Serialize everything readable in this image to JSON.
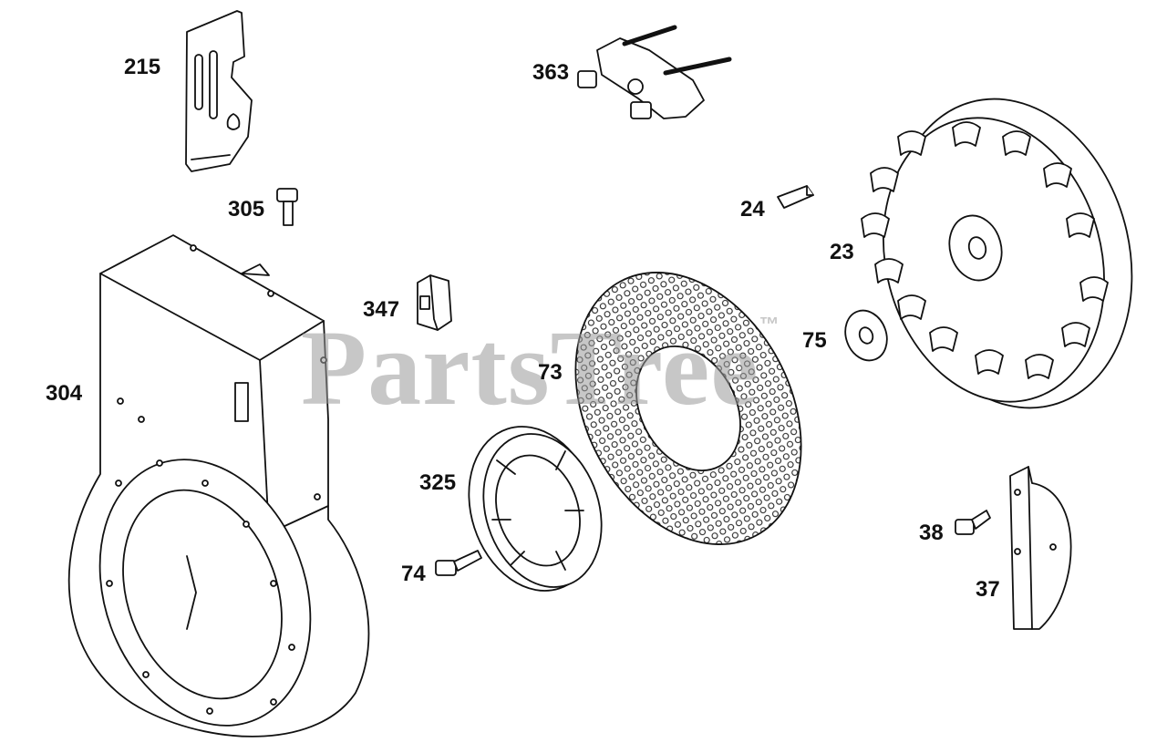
{
  "watermark": {
    "text": "PartsTree",
    "trademark": "™"
  },
  "callouts": [
    {
      "id": "215",
      "label": "215"
    },
    {
      "id": "363",
      "label": "363"
    },
    {
      "id": "305",
      "label": "305"
    },
    {
      "id": "24",
      "label": "24"
    },
    {
      "id": "23",
      "label": "23"
    },
    {
      "id": "347",
      "label": "347"
    },
    {
      "id": "75",
      "label": "75"
    },
    {
      "id": "304",
      "label": "304"
    },
    {
      "id": "73",
      "label": "73"
    },
    {
      "id": "325",
      "label": "325"
    },
    {
      "id": "38",
      "label": "38"
    },
    {
      "id": "74",
      "label": "74"
    },
    {
      "id": "37",
      "label": "37"
    }
  ]
}
